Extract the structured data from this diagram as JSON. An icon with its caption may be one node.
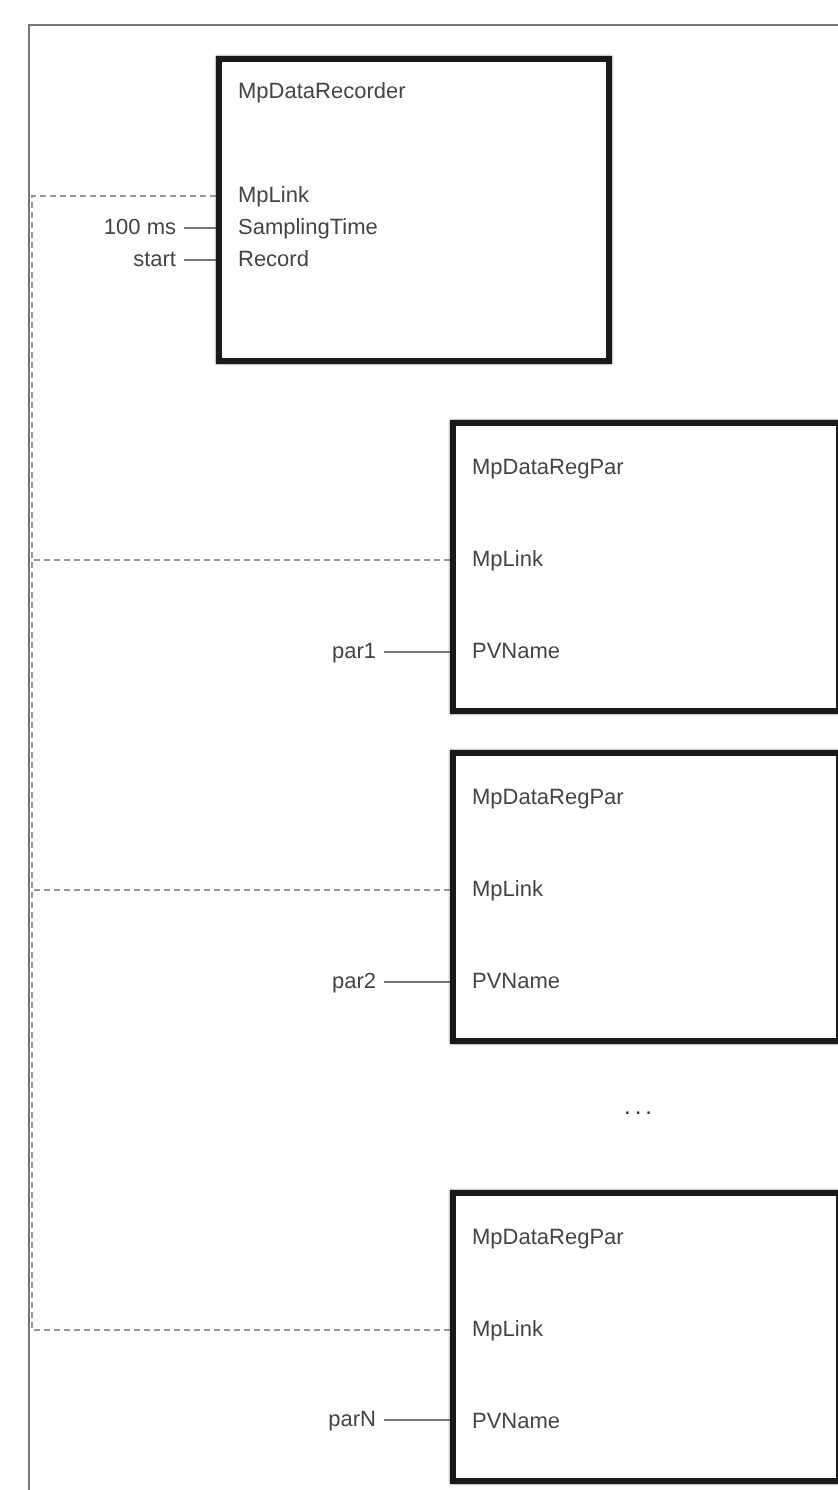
{
  "diagram": {
    "nodes": [
      {
        "text": [
          "MpDataRecorder",
          "MpLink",
          "SamplingTime",
          "Record"
        ]
      },
      {
        "text": [
          "100 ms"
        ]
      },
      {
        "text": [
          "start"
        ]
      },
      {
        "text": [
          "MpDataRegPar",
          "MpLink",
          "PVName"
        ]
      },
      {
        "text": [
          "par1"
        ]
      },
      {
        "text": [
          "MpDataRegPar",
          "MpLink",
          "PVName"
        ]
      },
      {
        "text": [
          "par2"
        ]
      },
      {
        "text": [
          "MpDataRegPar",
          "MpLink",
          "PVName"
        ]
      },
      {
        "text": [
          "parN"
        ]
      }
    ],
    "edges": [
      {
        "from": 1,
        "to": 0,
        "arrow": "none"
      },
      {
        "from": 2,
        "to": 0,
        "arrow": "none"
      },
      {
        "from": 0,
        "to": 3,
        "arrow": "none",
        "style": "dashed"
      },
      {
        "from": 4,
        "to": 3,
        "arrow": "none"
      },
      {
        "from": 0,
        "to": 5,
        "arrow": "none",
        "style": "dashed"
      },
      {
        "from": 6,
        "to": 5,
        "arrow": "none"
      },
      {
        "from": 0,
        "to": 7,
        "arrow": "none",
        "style": "dashed"
      },
      {
        "from": 8,
        "to": 7,
        "arrow": "none"
      }
    ],
    "labels": [
      "..."
    ]
  }
}
